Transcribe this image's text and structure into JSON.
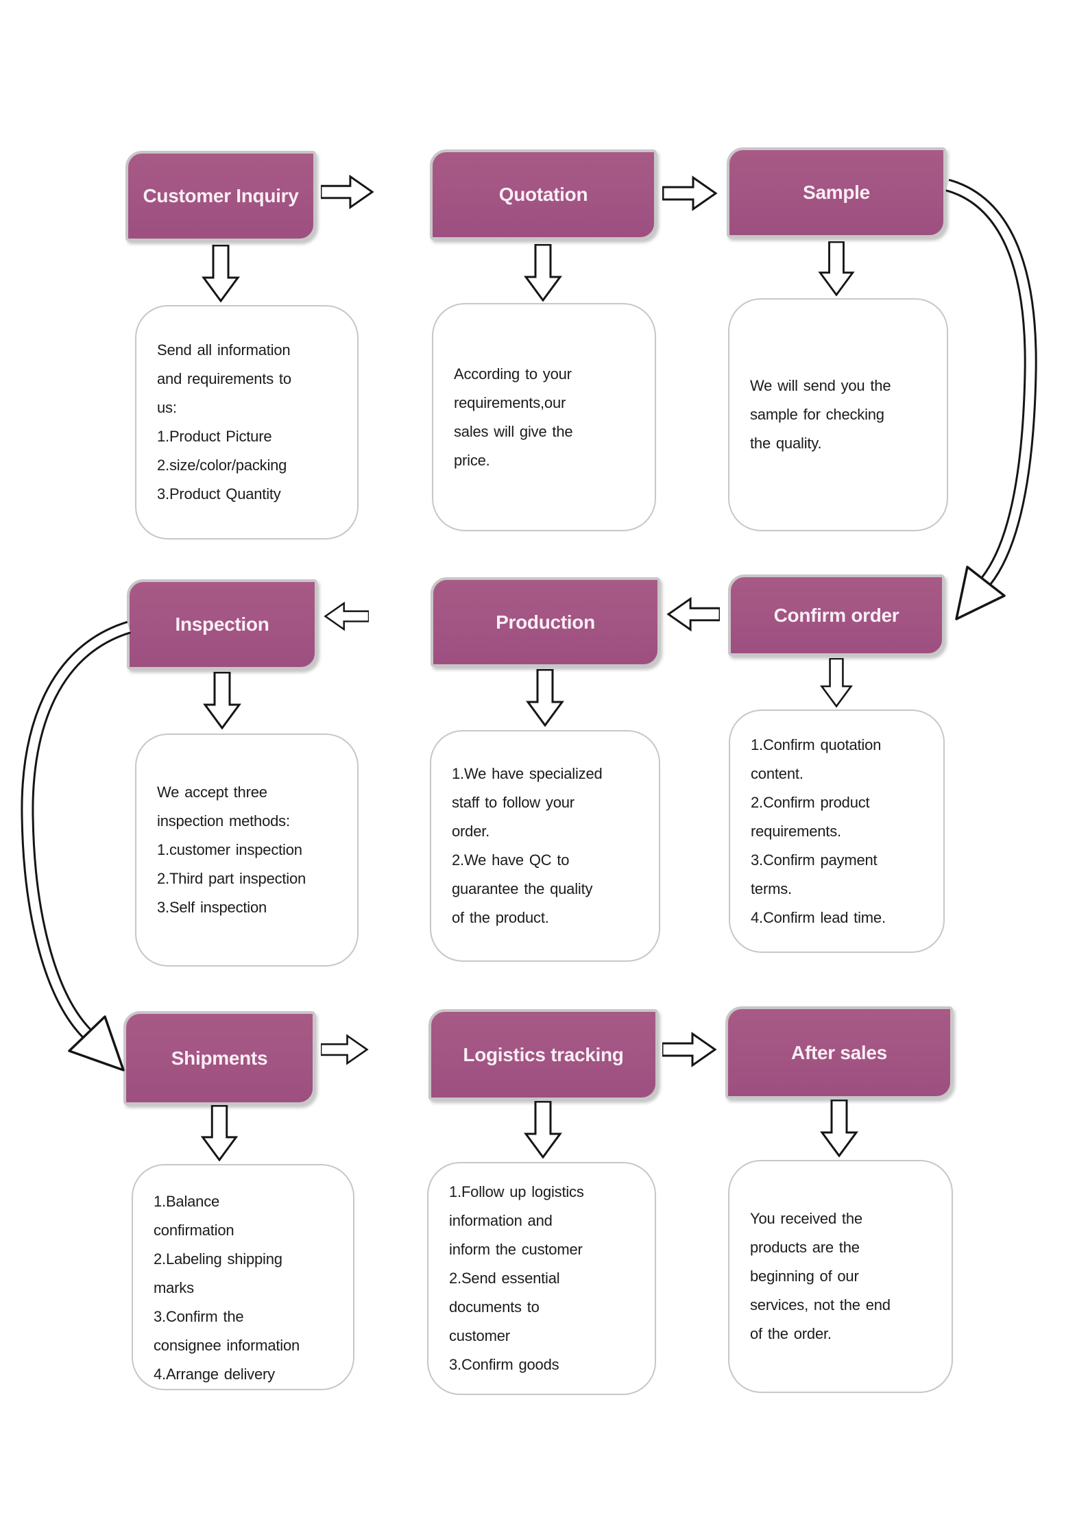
{
  "colors": {
    "header-fill": "#9d5080",
    "header-fill-light": "#a85a86",
    "header-text": "#f9eef5",
    "box-border": "#c9c6c8",
    "body-text": "#1b1b1b",
    "arrow-stroke": "#151515"
  },
  "steps": [
    {
      "key": "customer-inquiry",
      "title": "Customer Inquiry",
      "description": "Send all information\nand requirements to\nus:\n1.Product Picture\n2.size/color/packing\n3.Product Quantity"
    },
    {
      "key": "quotation",
      "title": "Quotation",
      "description": "According to your\nrequirements,our\nsales will give the\nprice."
    },
    {
      "key": "sample",
      "title": "Sample",
      "description": "We will send you the\nsample for checking\nthe quality."
    },
    {
      "key": "inspection",
      "title": "Inspection",
      "description": "We accept three\ninspection methods:\n1.customer inspection\n2.Third part inspection\n3.Self inspection"
    },
    {
      "key": "production",
      "title": "Production",
      "description": "1.We have specialized\nstaff to follow your\norder.\n2.We have QC to\nguarantee the quality\nof the product."
    },
    {
      "key": "confirm-order",
      "title": "Confirm order",
      "description": "1.Confirm quotation\ncontent.\n2.Confirm product\nrequirements.\n3.Confirm payment\nterms.\n4.Confirm lead time."
    },
    {
      "key": "shipments",
      "title": "Shipments",
      "description": "1.Balance\nconfirmation\n2.Labeling shipping\nmarks\n3.Confirm the\nconsignee information\n4.Arrange delivery"
    },
    {
      "key": "logistics-tracking",
      "title": "Logistics tracking",
      "description": "1.Follow up logistics\ninformation and\ninform the customer\n2.Send essential\ndocuments to\ncustomer\n3.Confirm goods"
    },
    {
      "key": "after-sales",
      "title": "After sales",
      "description": "You received the\nproducts are the\nbeginning of our\nservices, not the end\nof the order."
    }
  ]
}
